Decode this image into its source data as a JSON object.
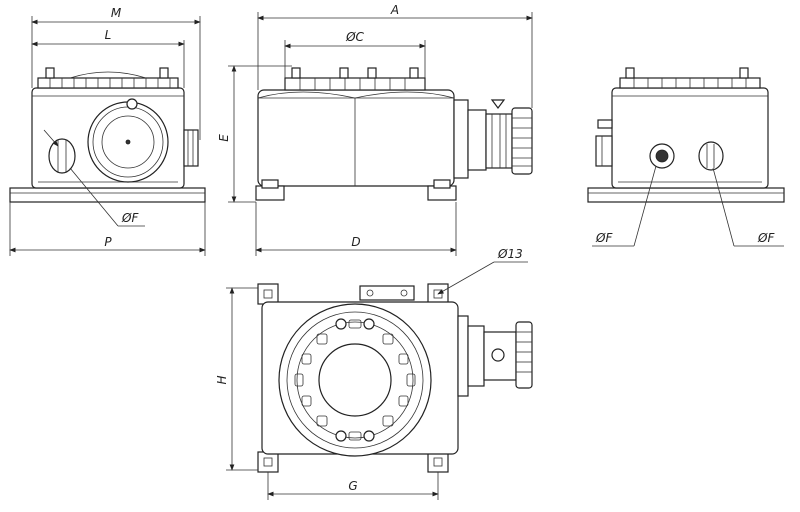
{
  "drawing": {
    "front_view": {
      "dim_m": "M",
      "dim_l": "L",
      "dim_p": "P",
      "dim_f": "ØF"
    },
    "side_view": {
      "dim_a": "A",
      "dim_c": "ØC",
      "dim_e": "E",
      "dim_d": "D"
    },
    "end_view": {
      "dim_f_left": "ØF",
      "dim_f_right": "ØF"
    },
    "top_view": {
      "dim_h": "H",
      "dim_g": "G",
      "dim_hole": "Ø13"
    }
  }
}
